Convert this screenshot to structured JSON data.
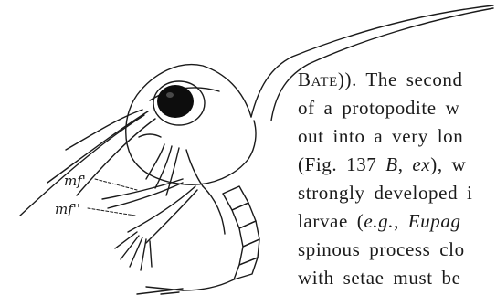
{
  "figure": {
    "labels": {
      "mf1": "mf'",
      "mf2": "mf''"
    }
  },
  "text": {
    "line1": {
      "smallcaps": "Bate",
      "rest": ")).   The second"
    },
    "line2": "of a protopodite w",
    "line3": "out into a very lon",
    "line4": {
      "open": "(Fig. 137 ",
      "fig": "B",
      "mid": ", ",
      "ex": "ex",
      "close": "),  w"
    },
    "line5": "strongly developed i",
    "line6": {
      "pre": "larvae  (",
      "eg": "e.g.",
      "mid": ",  ",
      "name": "Eupag"
    },
    "line7": "spinous process  clo",
    "line8": "with setae must be"
  }
}
